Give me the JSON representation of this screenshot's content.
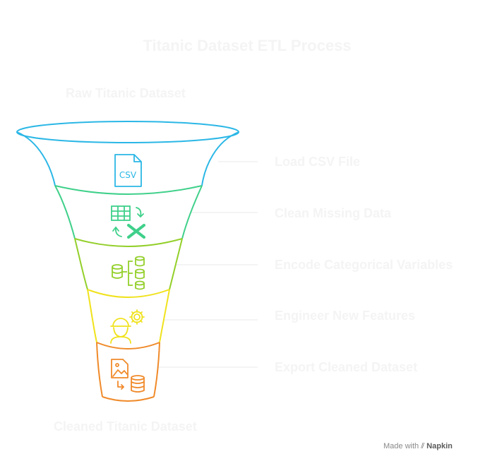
{
  "diagram": {
    "title": "Titanic Dataset ETL Process",
    "input_label": "Raw Titanic Dataset",
    "output_label": "Cleaned Titanic Dataset",
    "steps": [
      {
        "label": "Load CSV File",
        "color": "#2bb7e6",
        "icon": "csv-file-icon"
      },
      {
        "label": "Clean Missing Data",
        "color": "#3fd08a",
        "icon": "table-transform-icon"
      },
      {
        "label": "Encode Categorical Variables",
        "color": "#93cf2a",
        "icon": "database-hierarchy-icon"
      },
      {
        "label": "Engineer New Features",
        "color": "#f0e21c",
        "icon": "engineer-gear-icon"
      },
      {
        "label": "Export Cleaned Dataset",
        "color": "#f08a2a",
        "icon": "image-to-database-icon"
      }
    ]
  },
  "footer": {
    "made_with": "Made with",
    "brand": "Napkin"
  }
}
